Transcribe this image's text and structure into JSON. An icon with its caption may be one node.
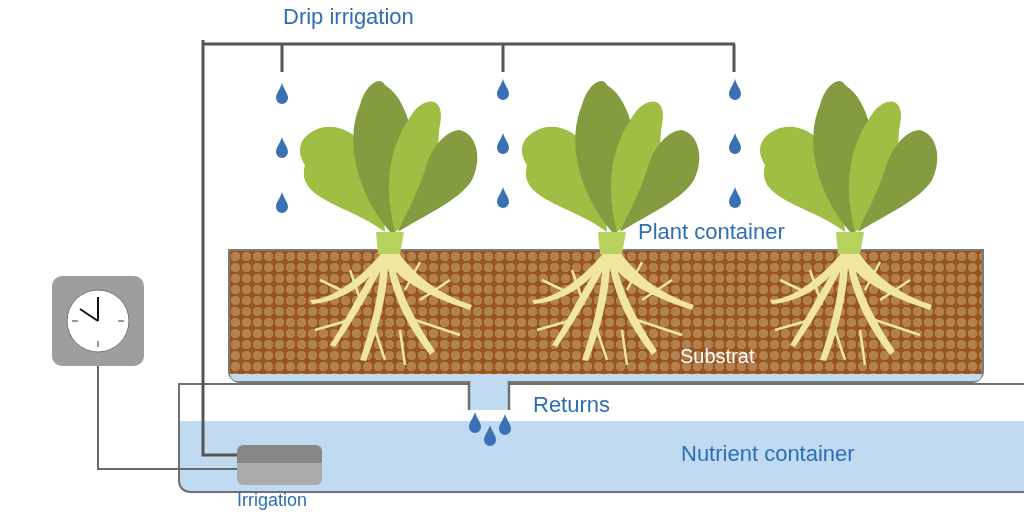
{
  "diagram": {
    "nodes": [
      {
        "text": [
          "Drip irrigation"
        ]
      },
      {
        "text": [
          "Plant container",
          "Substrat"
        ]
      },
      {
        "text": [
          "Nutrient container"
        ]
      },
      {
        "text": [],
        "shape": "picture"
      },
      {
        "text": [],
        "shape": "box",
        "in": 2,
        "beside": [
          "Irrigation"
        ]
      }
    ],
    "edges": [
      {
        "from": 3,
        "to": 4,
        "arrow": "none"
      },
      {
        "from": 4,
        "to": 0,
        "arrow": "none"
      }
    ],
    "labels": [
      "Returns"
    ]
  }
}
